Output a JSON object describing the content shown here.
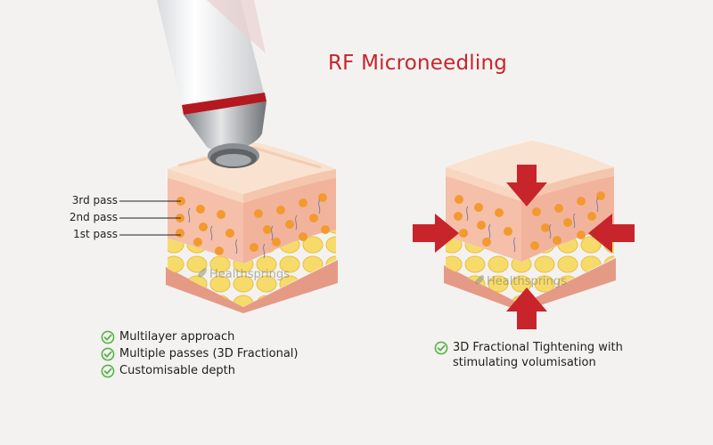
{
  "title": "RF Microneedling",
  "watermark": "Healthsprings",
  "pass_labels": [
    "3rd pass",
    "2nd pass",
    "1st pass"
  ],
  "left_features": [
    "Multilayer approach",
    "Multiple passes (3D Fractional)",
    "Customisable depth"
  ],
  "right_features": [
    "3D Fractional Tightening with stimulating volumisation"
  ],
  "colors": {
    "accent": "#c8242c",
    "check": "#58b24a",
    "background": "#f3f2f0",
    "skin_top": "#f6dcc4",
    "dermis": "#f4b8a2",
    "fat": "#f6d96a",
    "dot": "#f39a2e"
  }
}
